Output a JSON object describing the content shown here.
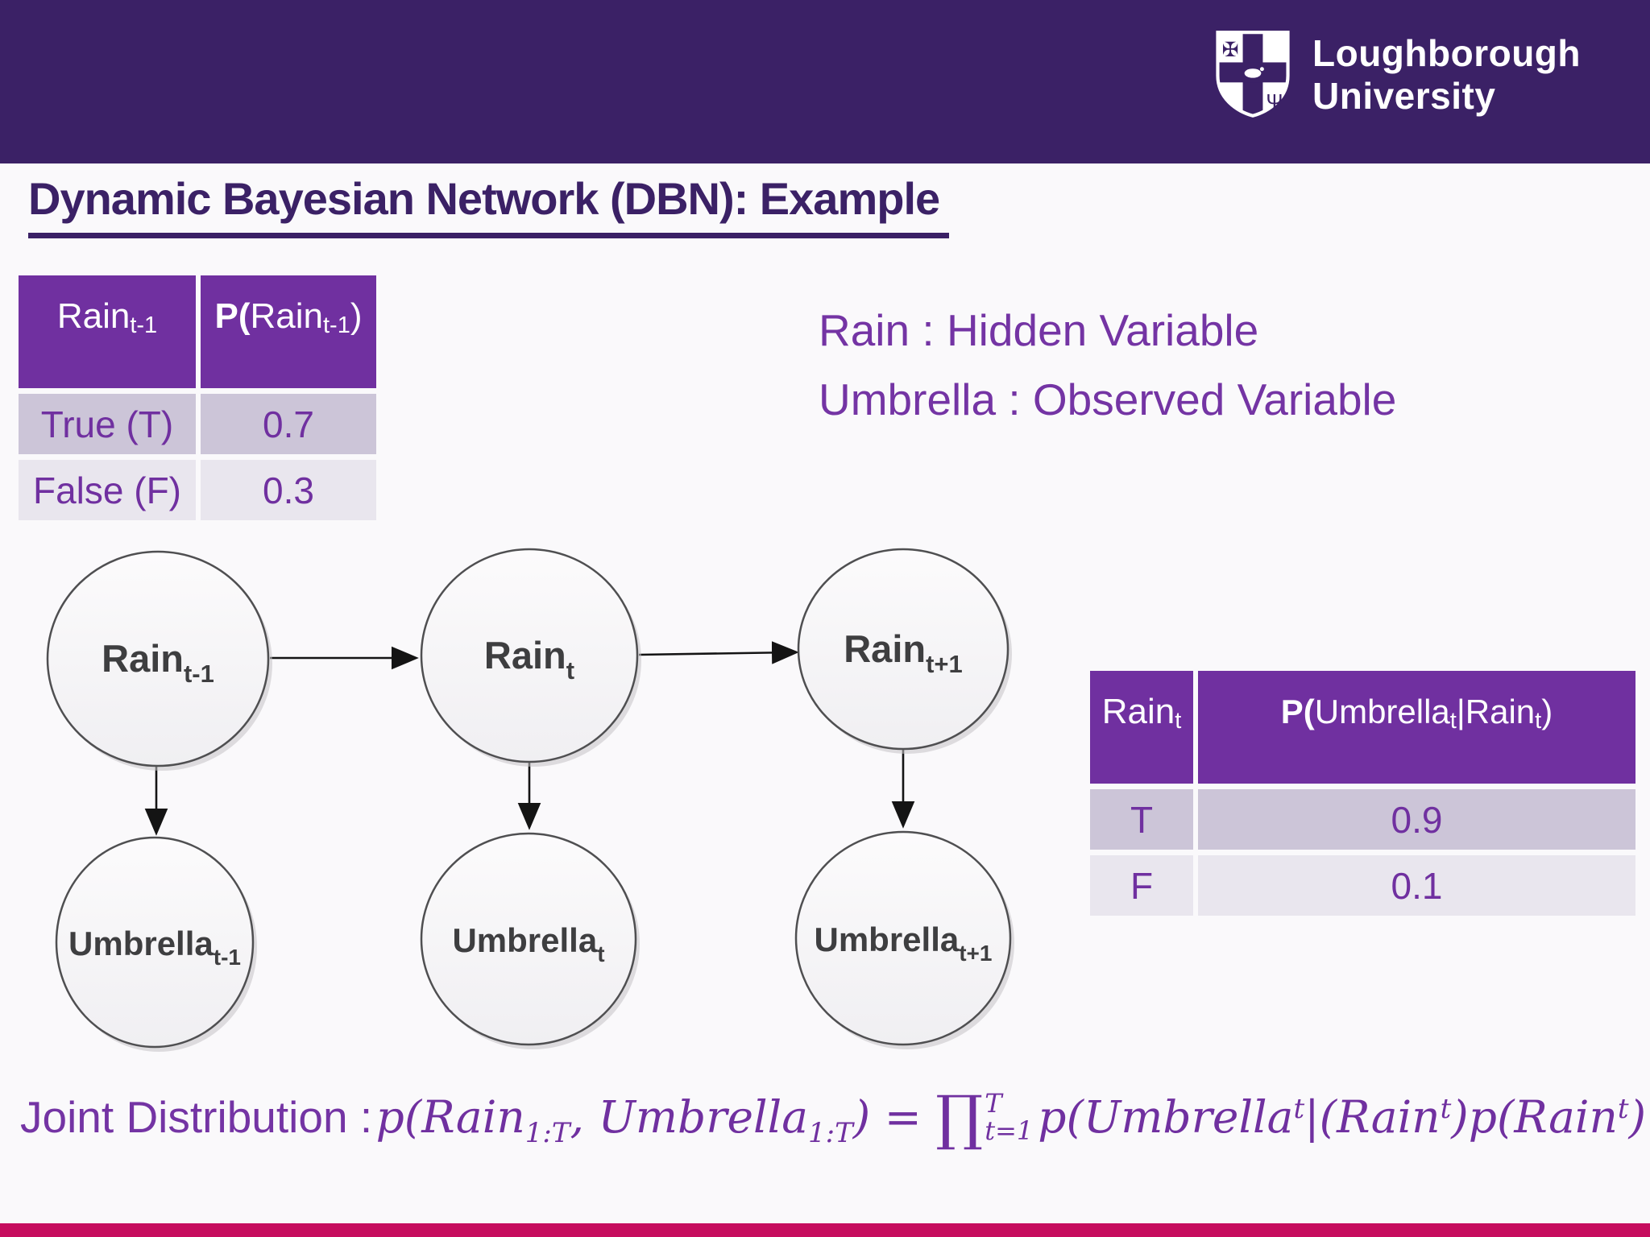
{
  "slide": {
    "title": "Dynamic Bayesian Network (DBN): Example"
  },
  "banner": {
    "university_line1": "Loughborough",
    "university_line2": "University"
  },
  "annotations": {
    "line1": "Rain : Hidden Variable",
    "line2": "Umbrella : Observed Variable"
  },
  "prior_table": {
    "header": {
      "col1_base": "Rain",
      "col1_sub": "t-1",
      "col2_bold": "P(",
      "col2_base": "Rain",
      "col2_sub": "t-1",
      "col2_close": ")"
    },
    "rows": [
      {
        "label": "True (T)",
        "value": "0.7"
      },
      {
        "label": "False (F)",
        "value": "0.3"
      }
    ]
  },
  "emission_table": {
    "header": {
      "col1_base": "Rain",
      "col1_sub": "t",
      "col2_bold": "P(",
      "col2_base1": "Umbrella",
      "col2_sub1": "t",
      "col2_sep": "|",
      "col2_base2": "Rain",
      "col2_sub2": "t",
      "col2_close": ")"
    },
    "rows": [
      {
        "label": "T",
        "value": "0.9"
      },
      {
        "label": "F",
        "value": "0.1"
      }
    ]
  },
  "network": {
    "nodes": [
      {
        "base": "Rain",
        "sub": "t-1"
      },
      {
        "base": "Rain",
        "sub": "t"
      },
      {
        "base": "Rain",
        "sub": "t+1"
      },
      {
        "base": "Umbrella",
        "sub": "t-1"
      },
      {
        "base": "Umbrella",
        "sub": "t"
      },
      {
        "base": "Umbrella",
        "sub": "t+1"
      }
    ]
  },
  "formula": {
    "label": "Joint Distribution :",
    "t1": "p(Rain",
    "sub1": "1:T",
    "t2": ", ",
    "t3": "Umbrella",
    "sub2": "1:T",
    "t4": ") = ",
    "prod": "∏",
    "prod_sup": "T",
    "prod_sub": "t=1",
    "t5": "p(Umbrella",
    "sup1": "t",
    "t6": "|(",
    "t7": "Rain",
    "sup2": "t",
    "t8": ")",
    "t9": "p(Rain",
    "sup3": "t",
    "t10": ")"
  },
  "colors": {
    "brand_purple": "#3B2166",
    "table_header_purple": "#7030A0",
    "row_dark": "#CCC5D8",
    "row_light": "#E9E6EE",
    "accent_pink": "#C60D5E"
  }
}
